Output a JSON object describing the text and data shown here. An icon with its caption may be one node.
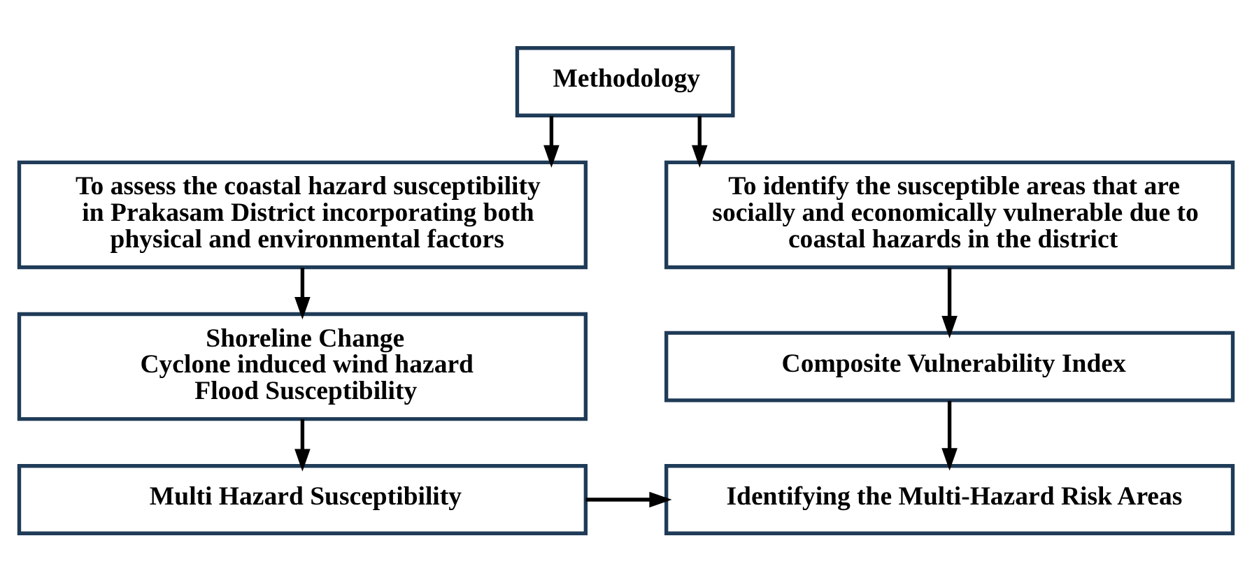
{
  "diagram": {
    "nodes": [
      {
        "text": [
          "Methodology"
        ]
      },
      {
        "text": [
          "To assess the coastal hazard susceptibility in Prakasam District incorporating both physical and environmental factors"
        ]
      },
      {
        "text": [
          "To identify the susceptible areas that are socially and economically vulnerable due to coastal hazards in the district"
        ]
      },
      {
        "text": [
          "Shoreline Change",
          "Cyclone induced wind hazard",
          "Flood Susceptibility"
        ]
      },
      {
        "text": [
          "Composite Vulnerability Index"
        ]
      },
      {
        "text": [
          "Multi Hazard Susceptibility"
        ]
      },
      {
        "text": [
          "Identifying the Multi-Hazard Risk Areas"
        ]
      }
    ],
    "edges": [
      {
        "from": 0,
        "to": 1,
        "arrow": "to"
      },
      {
        "from": 0,
        "to": 2,
        "arrow": "to"
      },
      {
        "from": 1,
        "to": 3,
        "arrow": "to"
      },
      {
        "from": 2,
        "to": 4,
        "arrow": "to"
      },
      {
        "from": 3,
        "to": 5,
        "arrow": "to"
      },
      {
        "from": 4,
        "to": 6,
        "arrow": "to"
      },
      {
        "from": 5,
        "to": 6,
        "arrow": "to"
      }
    ]
  }
}
